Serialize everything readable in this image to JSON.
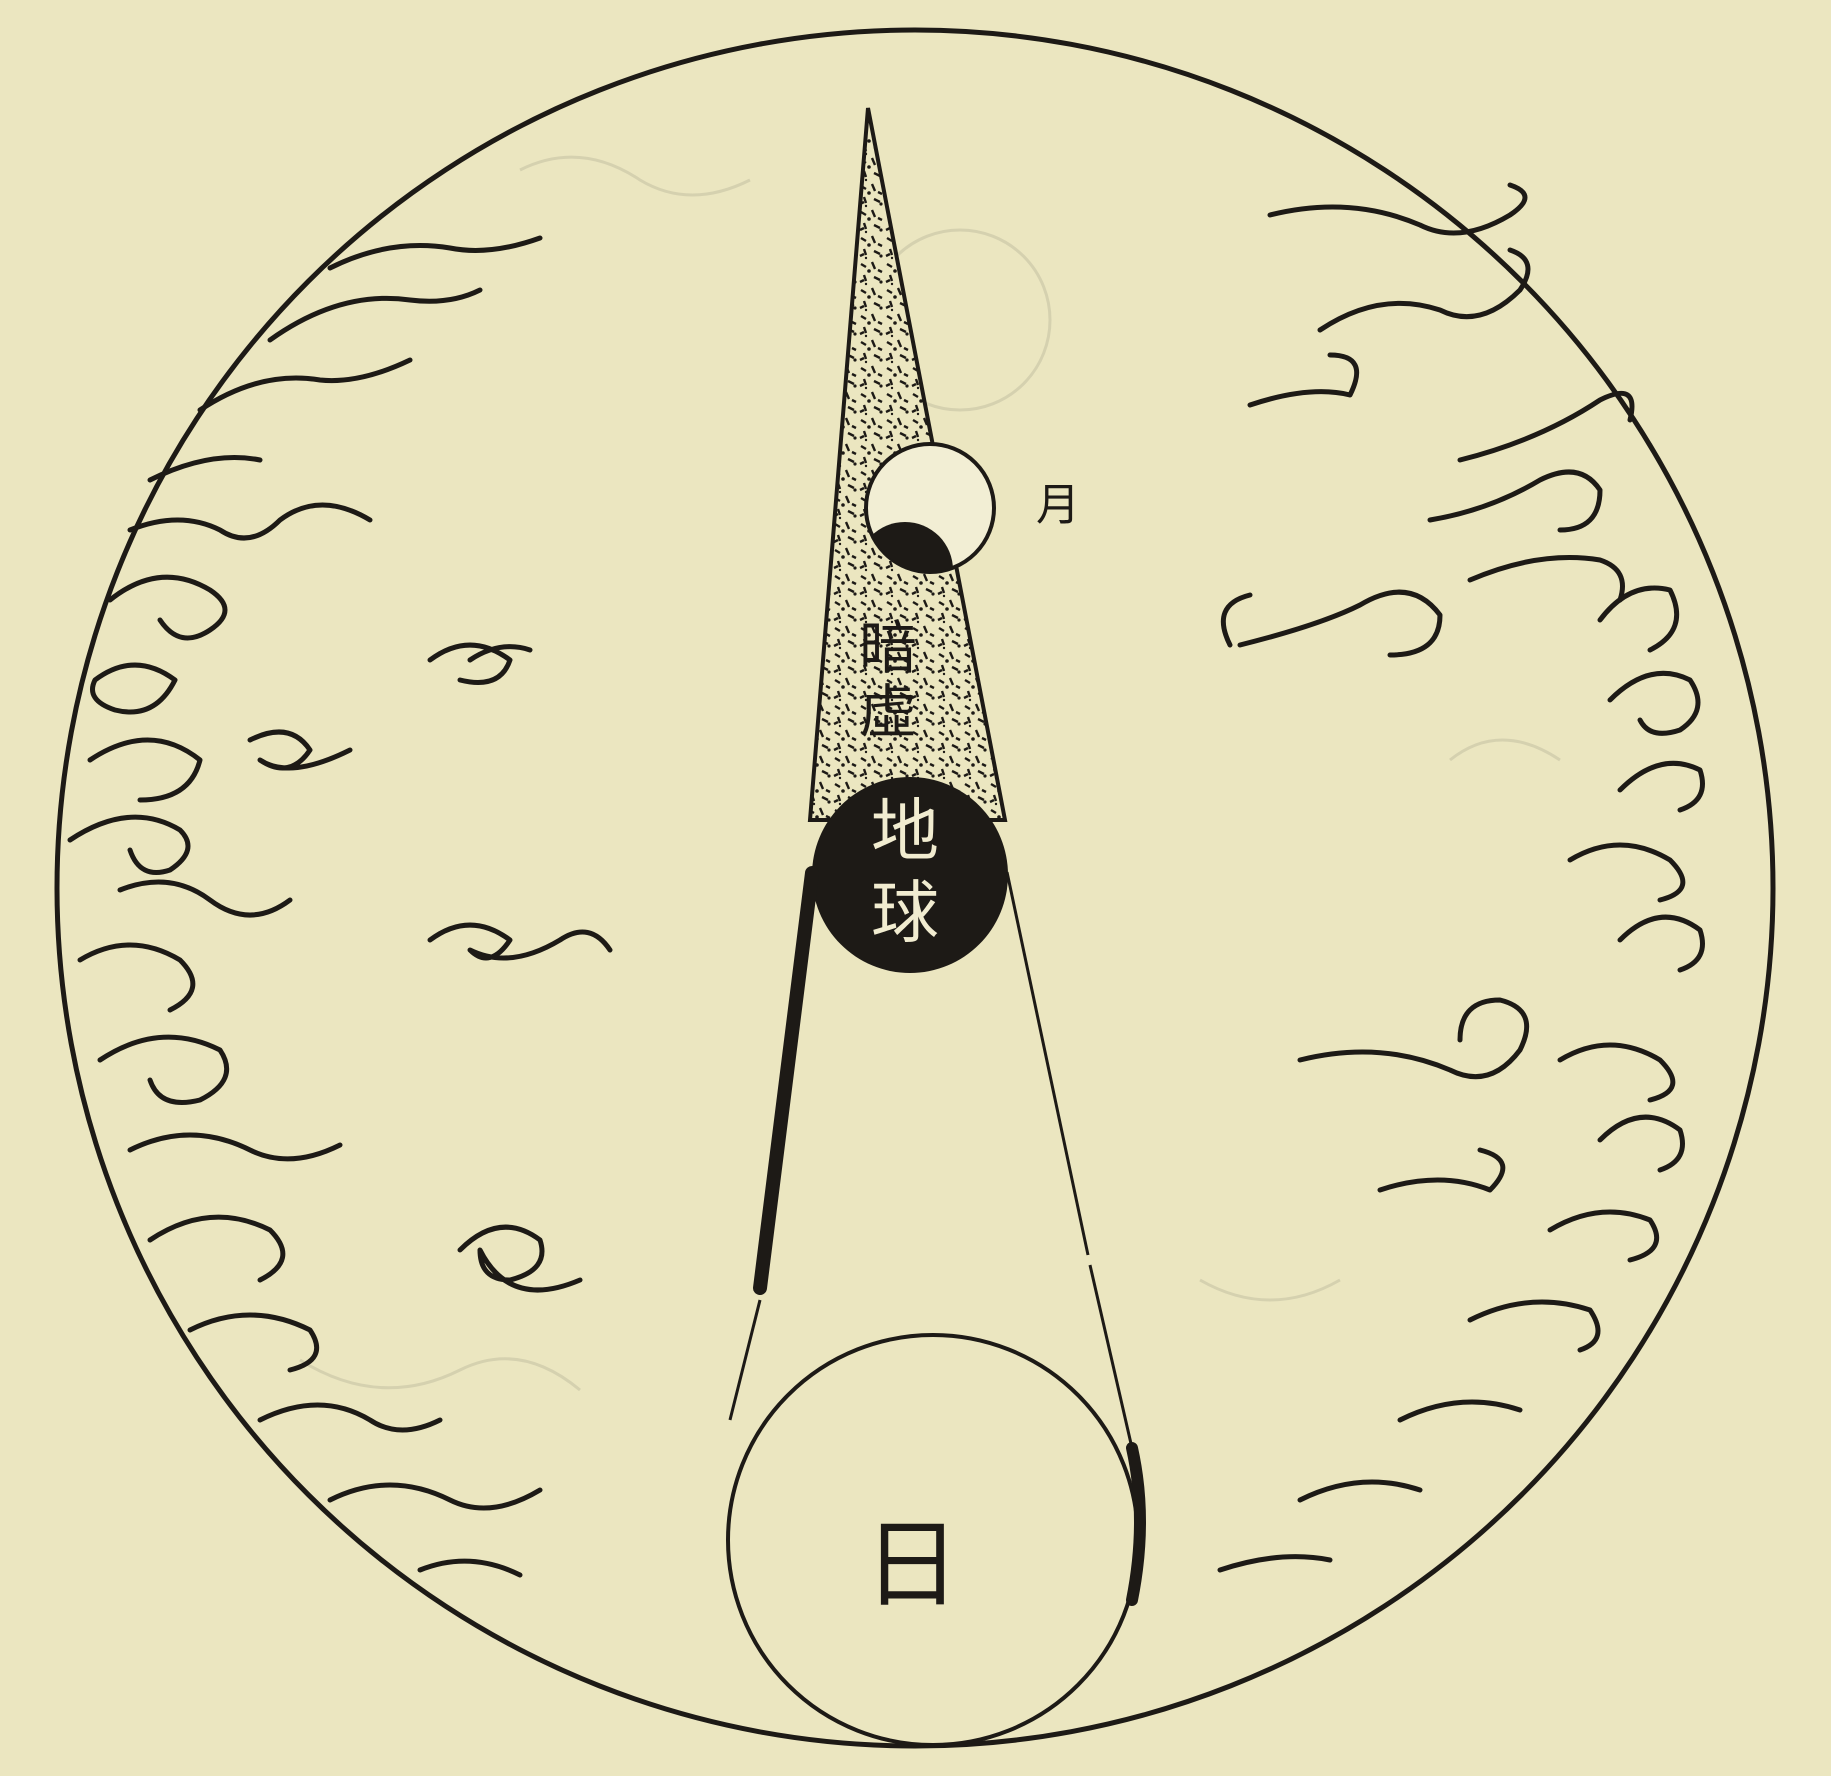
{
  "labels": {
    "moon": "月",
    "shadow_line1": "暗",
    "shadow_line2": "虛",
    "earth_line1": "地",
    "earth_line2": "球",
    "sun": "日"
  },
  "colors": {
    "paper": "#ebe6c0",
    "ink": "#1d1a16",
    "earth_label": "#f1ecd0"
  },
  "icons": {
    "border": "circle",
    "decoration": "cloud-swirls"
  }
}
